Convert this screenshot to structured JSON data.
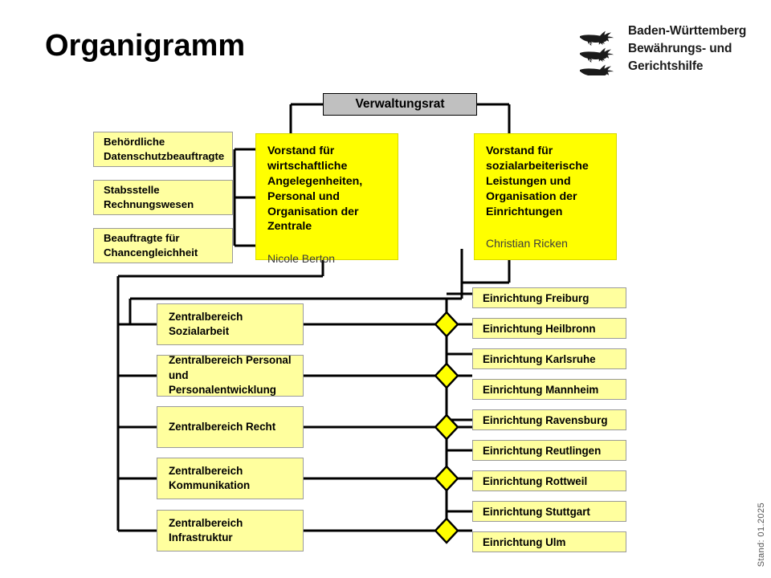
{
  "page": {
    "title": "Organigramm",
    "stand": "Stand: 01.2025"
  },
  "logo": {
    "icon": "three-lions-coat-of-arms",
    "line1": "Baden-Württemberg",
    "line2": "Bewährungs- und",
    "line3": "Gerichtshilfe"
  },
  "council": {
    "label": "Verwaltungsrat"
  },
  "boards": [
    {
      "title": "Vorstand für wirtschaftliche Angelegenheiten, Personal und Organisation der Zentrale",
      "person": "Nicole Berton"
    },
    {
      "title": "Vorstand für sozialarbeiterische Leistungen und Organisation der Einrichtungen",
      "person": "Christian Ricken"
    }
  ],
  "staff_units": [
    {
      "label": "Behördliche Datenschutzbeauftragte"
    },
    {
      "label": "Stabsstelle Rechnungswesen"
    },
    {
      "label": "Beauftragte für Chancengleichheit"
    }
  ],
  "central_divisions": [
    {
      "label": "Zentralbereich Sozialarbeit"
    },
    {
      "label": "Zentralbereich Personal und Personalentwicklung"
    },
    {
      "label": "Zentralbereich Recht"
    },
    {
      "label": "Zentralbereich Kommunikation"
    },
    {
      "label": "Zentralbereich Infrastruktur"
    }
  ],
  "facilities": [
    {
      "label": "Einrichtung Freiburg"
    },
    {
      "label": "Einrichtung Heilbronn"
    },
    {
      "label": "Einrichtung Karlsruhe"
    },
    {
      "label": "Einrichtung Mannheim"
    },
    {
      "label": "Einrichtung Ravensburg"
    },
    {
      "label": "Einrichtung Reutlingen"
    },
    {
      "label": "Einrichtung Rottweil"
    },
    {
      "label": "Einrichtung Stuttgart"
    },
    {
      "label": "Einrichtung Ulm"
    }
  ],
  "colors": {
    "board_fill": "#ffff00",
    "node_fill": "#ffff9e",
    "council_fill": "#c0c0c0",
    "diamond_fill": "#ffff00",
    "line": "#000000"
  }
}
